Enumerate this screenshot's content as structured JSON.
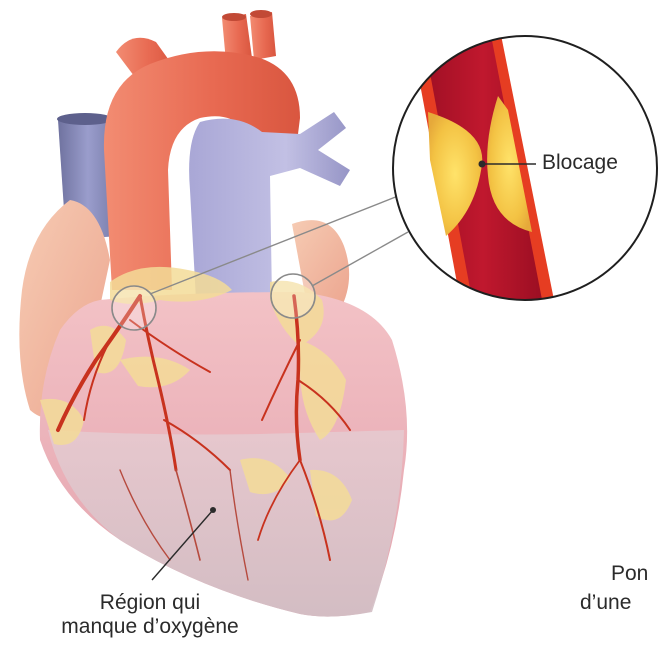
{
  "labels": {
    "blockage": "Blocage",
    "region_line1": "Région qui",
    "region_line2": "manque d’oxygène",
    "clipped_line1": "Pon",
    "clipped_line2": "d’une"
  },
  "icons": {
    "heart": "heart-illustration-icon",
    "zoom": "artery-zoom-icon"
  },
  "colors": {
    "aorta": "#e86a52",
    "vena_cava": "#8c8fc0",
    "pulmonary_artery": "#a9a6d0",
    "muscle": "#efb9bf",
    "ischemic_area": "#d8c8cc",
    "fat": "#f4dc98",
    "coronary": "#c8321e",
    "artery_wall": "#e63d22",
    "artery_lumen": "#b4142a",
    "plaque": "#f2c240",
    "text": "#2b2b2b"
  }
}
